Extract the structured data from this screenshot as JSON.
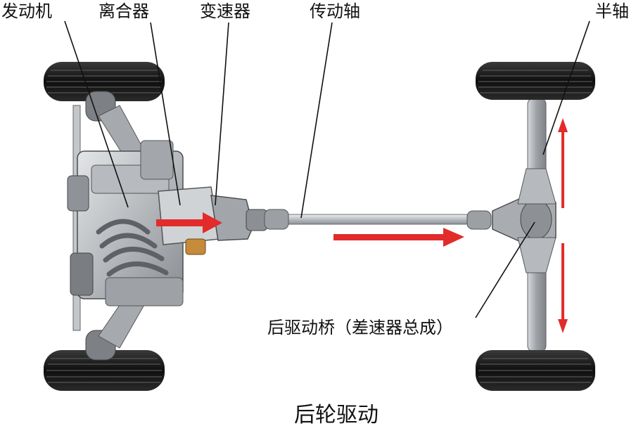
{
  "labels": {
    "engine": "发动机",
    "clutch": "离合器",
    "gearbox": "变速器",
    "driveshaft": "传动轴",
    "half_shaft": "半轴",
    "rear_axle": "后驱动桥（差速器总成）"
  },
  "caption": "后轮驱动",
  "colors": {
    "arrow": "#e32b2b",
    "tire": "#1b1b1b",
    "metal": "#9a9ea3",
    "shaft": "#c9ccd0"
  }
}
